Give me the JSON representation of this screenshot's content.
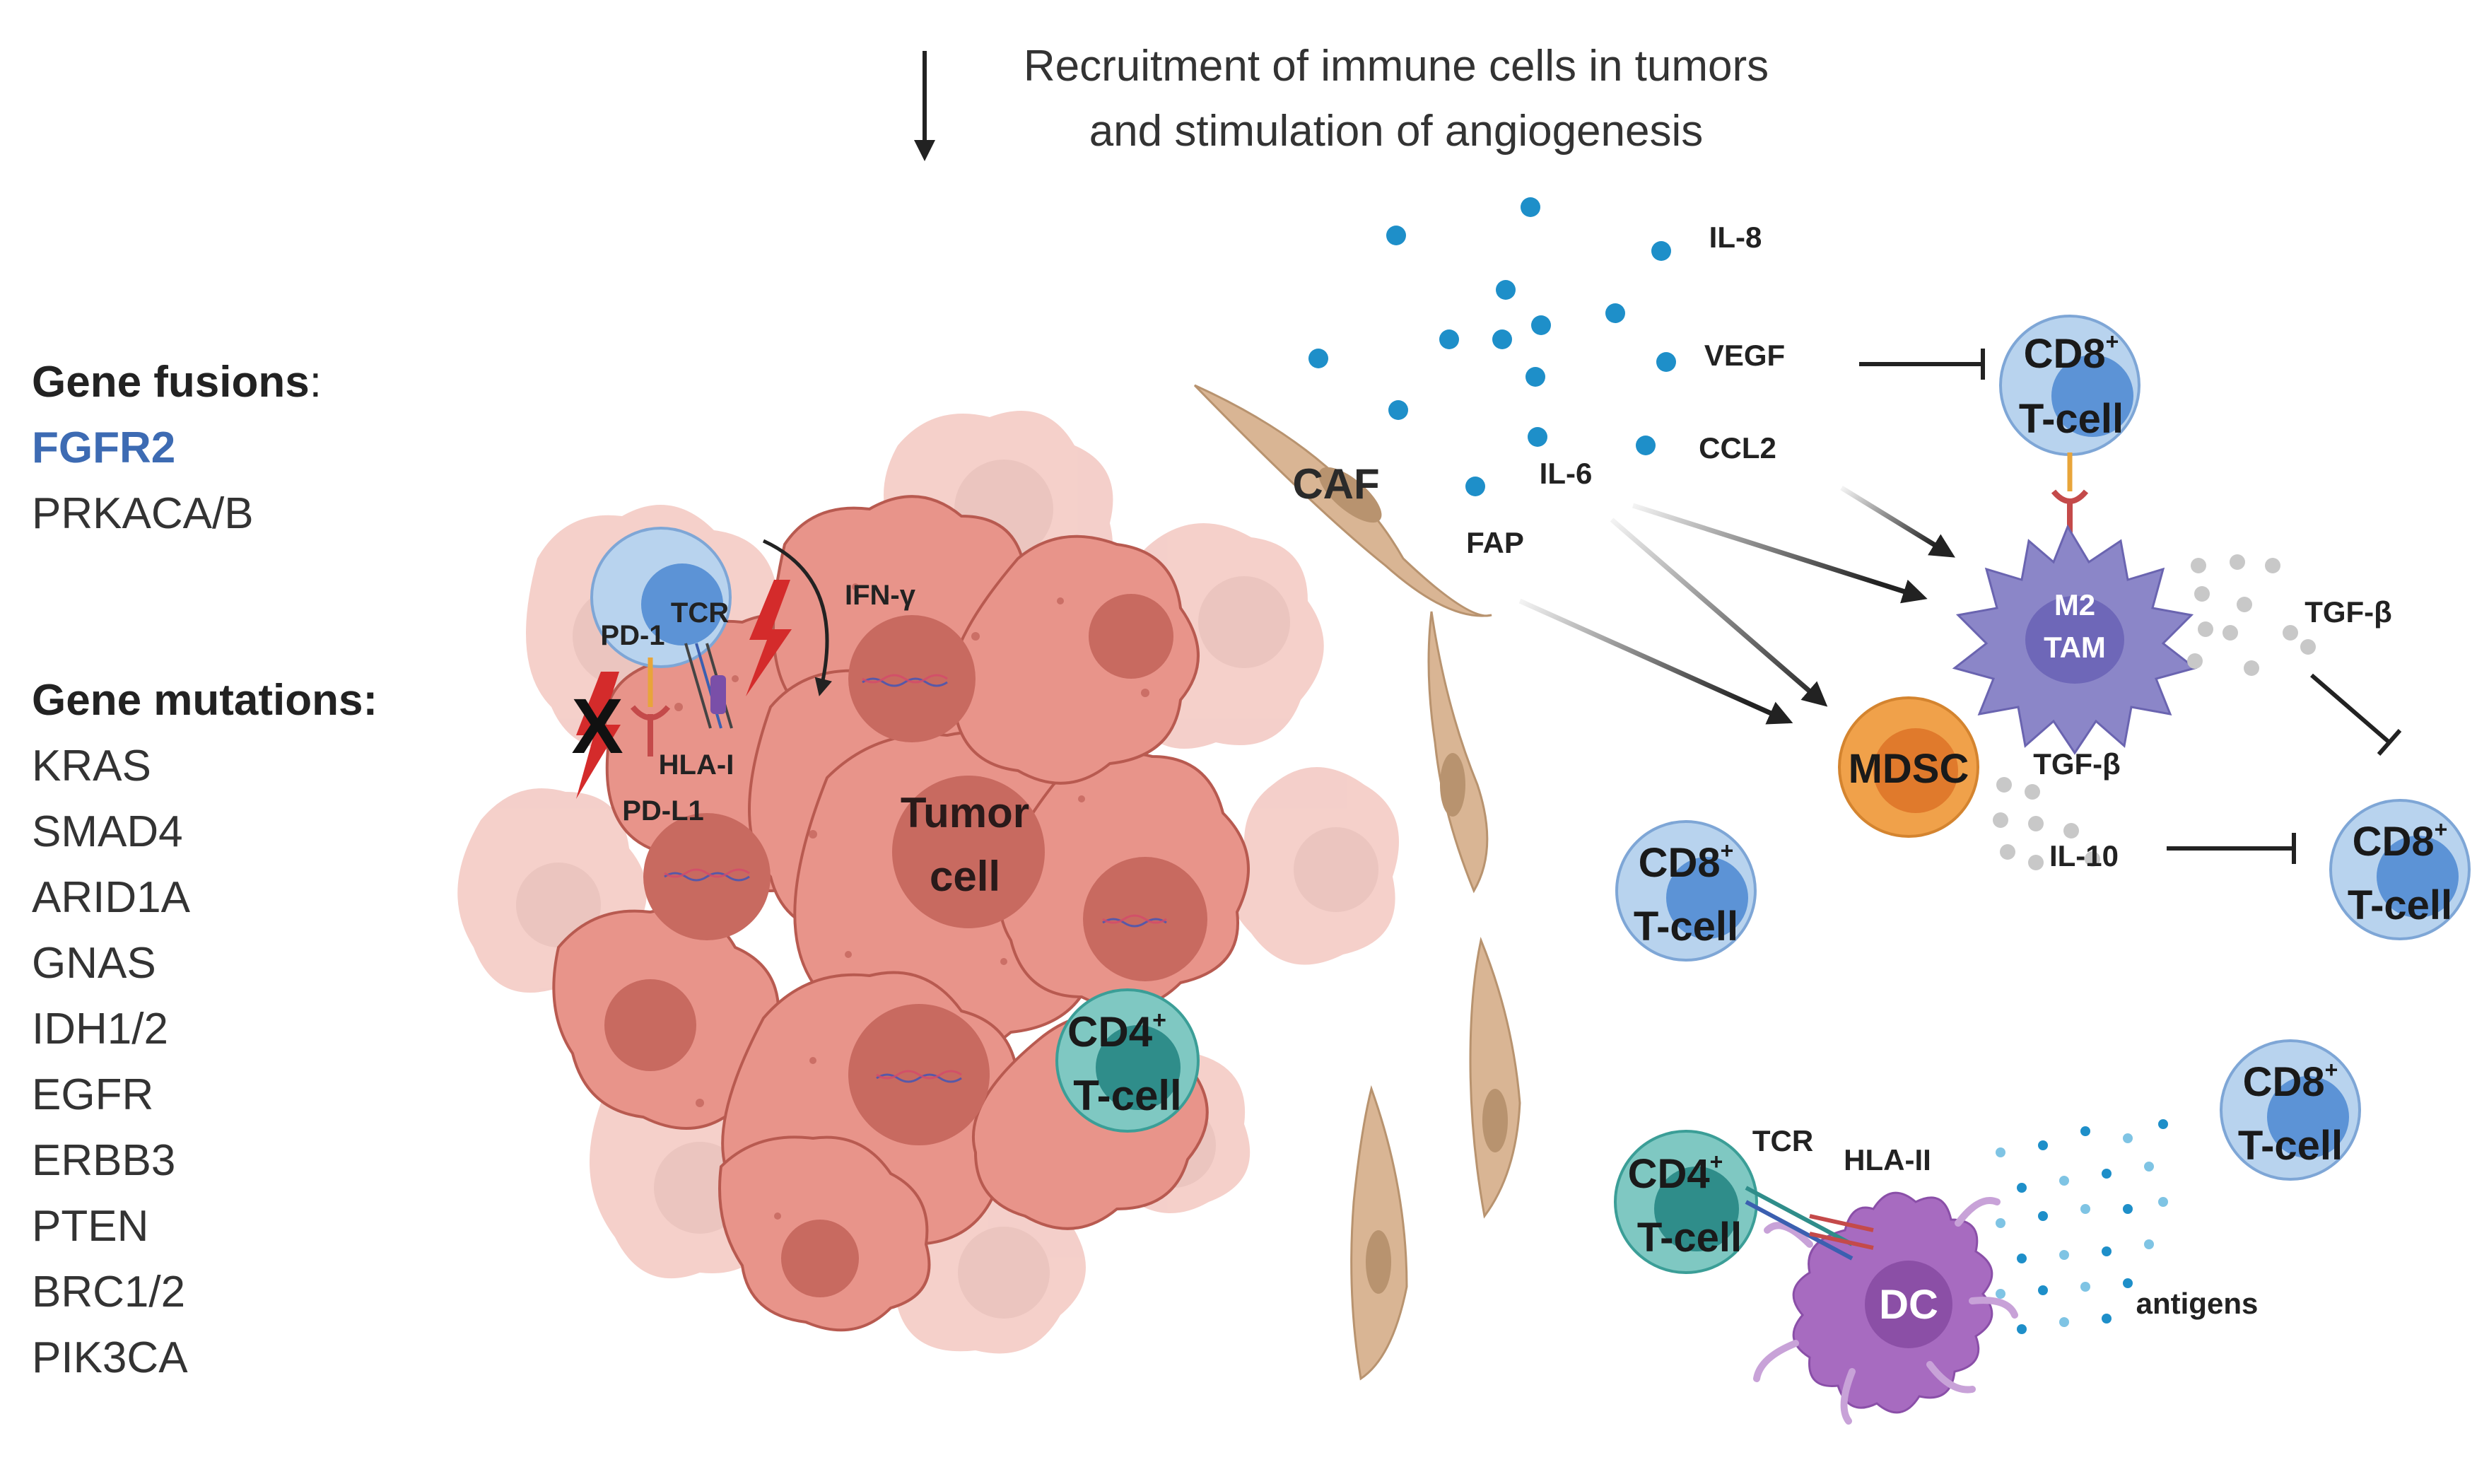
{
  "top": {
    "line1": "Recruitment of immune cells in tumors",
    "line2": "and stimulation of angiogenesis"
  },
  "left": {
    "fusions_heading": "Gene fusions",
    "fusions_colon": ":",
    "fusions": [
      "FGFR2",
      "PRKACA/B"
    ],
    "mutations_heading": "Gene mutations:",
    "mutations": [
      "KRAS",
      "SMAD4",
      "ARID1A",
      "GNAS",
      "IDH1/2",
      "EGFR",
      "ERBB3",
      "PTEN",
      "BRC1/2",
      "PIK3CA"
    ]
  },
  "labels": {
    "tumor_cell_1": "Tumor",
    "tumor_cell_2": "cell",
    "tcr": "TCR",
    "pd1": "PD-1",
    "pdl1": "PD-L1",
    "hla1": "HLA-I",
    "ifng": "IFN-γ",
    "x_mark": "X",
    "caf": "CAF",
    "fap": "FAP",
    "il8": "IL-8",
    "vegf": "VEGF",
    "il6": "IL-6",
    "ccl2": "CCL2",
    "mdsc": "MDSC",
    "m2": "M2",
    "tam": "TAM",
    "tgfb_tam": "TGF-β",
    "tgfb_mdsc": "TGF-β",
    "il10": "IL-10",
    "dc": "DC",
    "tcr_dc": "TCR",
    "hla2": "HLA-II",
    "antigens": "antigens",
    "cd8": "CD8",
    "cd4": "CD4",
    "plus": "+",
    "tcell": "T-cell"
  },
  "colors": {
    "tumor": "#e8948a",
    "tumor_faded": "#f2c4bd",
    "nucleus": "#c86a60",
    "caf": "#d9b594",
    "cd8_outer": "#b8d3ee",
    "cd8_inner": "#5c93d6",
    "cd4_outer": "#7fc8c2",
    "cd4_inner": "#2f8d8a",
    "mdsc_outer": "#f0a14a",
    "mdsc_inner": "#e07a2c",
    "tam": "#8b86c8",
    "dc": "#a76bc0",
    "cytokine": "#1e8fc9",
    "lightning": "#d42b2b",
    "fgfr2": "#3d6bb3"
  }
}
